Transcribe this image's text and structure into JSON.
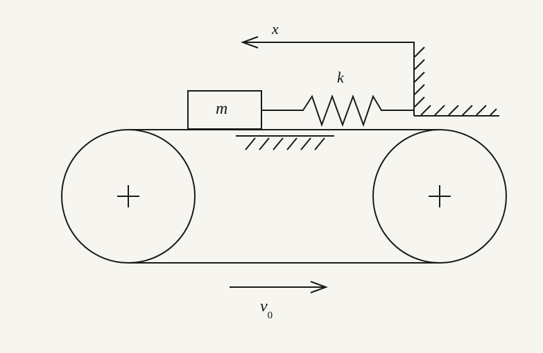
{
  "labels": {
    "displacement": "x",
    "spring_constant": "k",
    "mass": "m",
    "belt_velocity_symbol": "v",
    "belt_velocity_subscript": "0"
  },
  "colors": {
    "background": "#f6f5ef",
    "stroke": "#1a1a1a"
  }
}
